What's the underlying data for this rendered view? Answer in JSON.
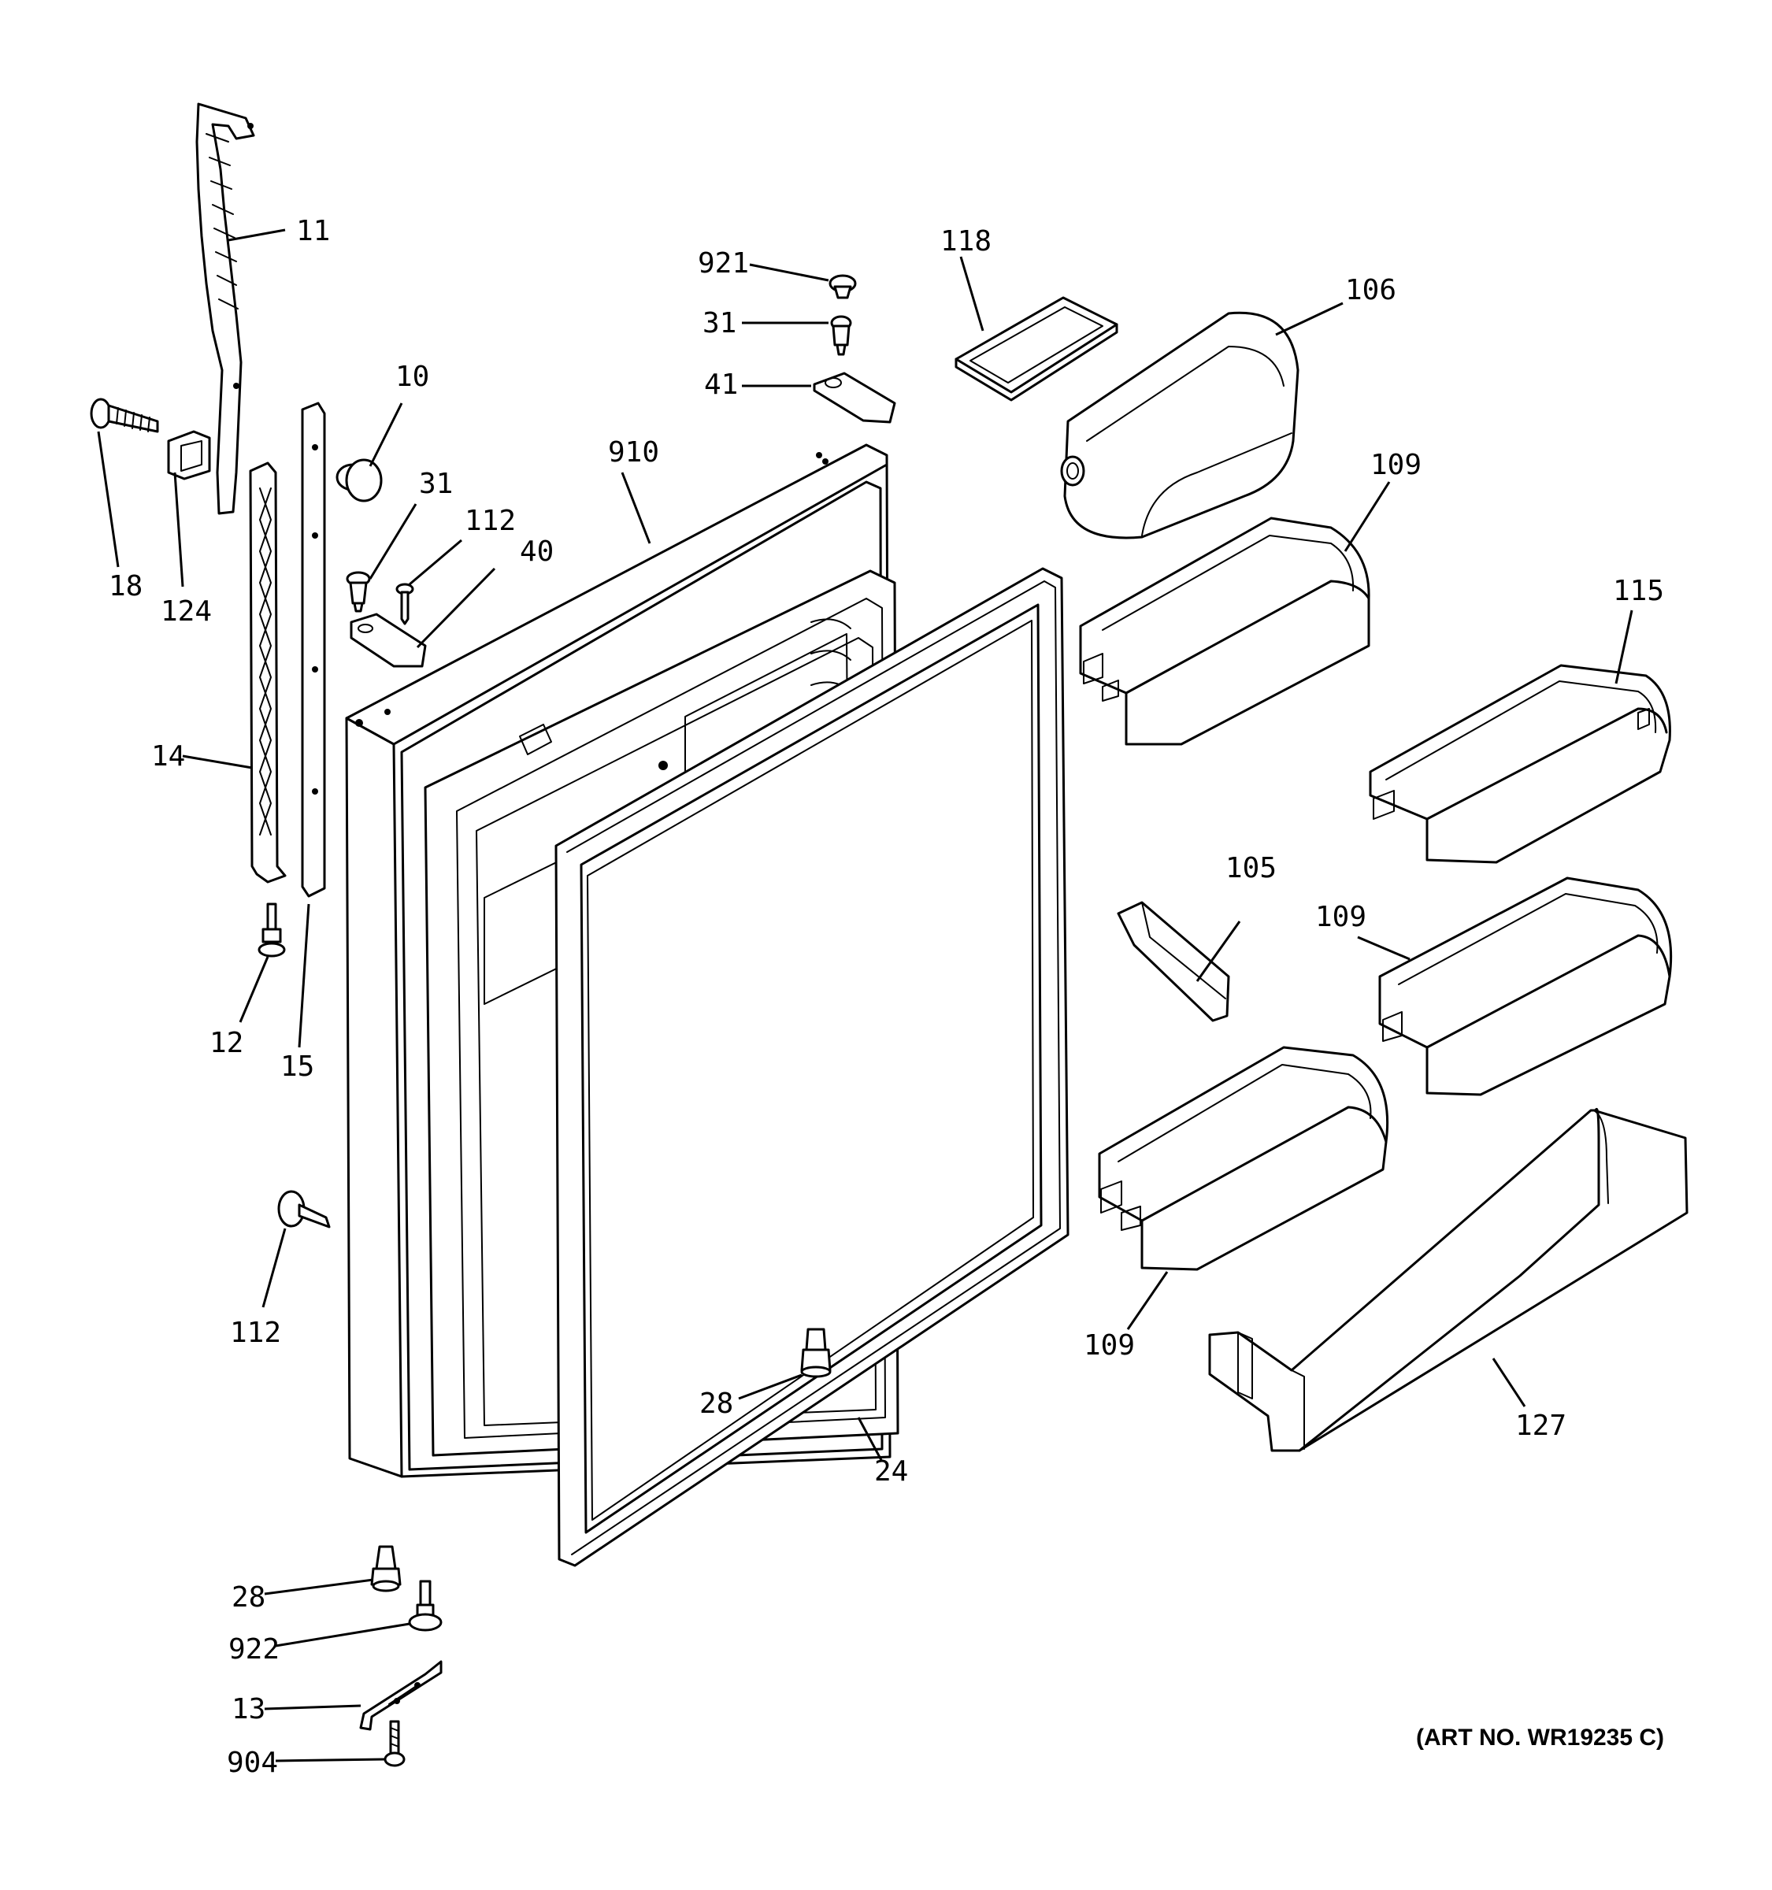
{
  "callouts": {
    "c11": "11",
    "c18": "18",
    "c124": "124",
    "c14": "14",
    "c15": "15",
    "c12": "12",
    "c10": "10",
    "c31a": "31",
    "c112a": "112",
    "c40": "40",
    "c910": "910",
    "c921": "921",
    "c31b": "31",
    "c41": "41",
    "c118": "118",
    "c106": "106",
    "c109a": "109",
    "c115": "115",
    "c105": "105",
    "c109b": "109",
    "c109c": "109",
    "c127": "127",
    "c112b": "112",
    "c28a": "28",
    "c24": "24",
    "c28b": "28",
    "c922": "922",
    "c13": "13",
    "c904": "904"
  },
  "art_number": "(ART NO. WR19235 C)"
}
